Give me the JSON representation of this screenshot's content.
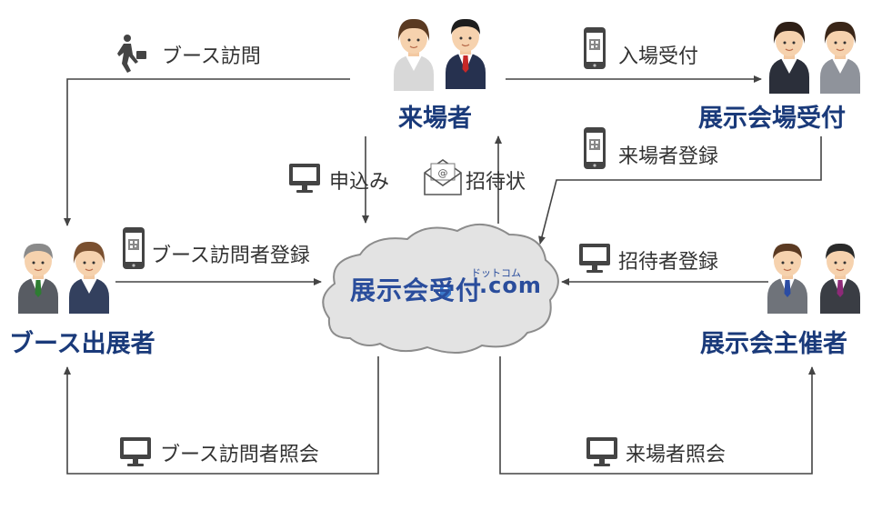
{
  "colors": {
    "role_text": "#1a3a7a",
    "label_text": "#333333",
    "line": "#444444",
    "cloud_fill": "#e3e3e3",
    "cloud_stroke": "#8c8c8c",
    "logo": "#2a4d9c"
  },
  "logo": {
    "main": "展示会受付",
    "sub": "ドットコム",
    "suffix": ".com"
  },
  "roles": {
    "visitor": "来場者",
    "reception": "展示会場受付",
    "exhibitor": "ブース出展者",
    "organizer": "展示会主催者"
  },
  "labels": {
    "booth_visit": "ブース訪問",
    "entry_reception": "入場受付",
    "application": "申込み",
    "invitation": "招待状",
    "visitor_registration": "来場者登録",
    "booth_visitor_registration": "ブース訪問者登録",
    "invitee_registration": "招待者登録",
    "booth_visitor_inquiry": "ブース訪問者照会",
    "visitor_inquiry": "来場者照会"
  },
  "icons": {
    "walker": "walking-person-icon",
    "phone": "smartphone-qr-icon",
    "monitor": "monitor-icon",
    "mail": "email-icon"
  }
}
